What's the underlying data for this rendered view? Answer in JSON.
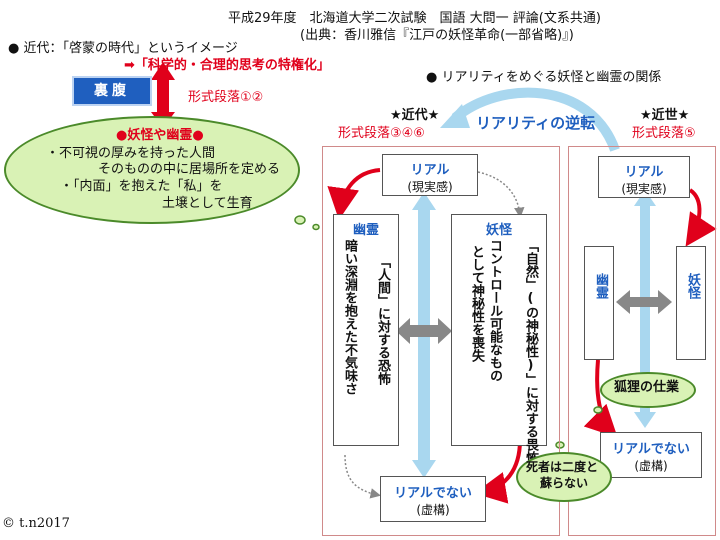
{
  "header": {
    "title": "平成29年度　北海道大学二次試験　国語 大問一 評論(文系共通)",
    "source": "(出典：香川雅信『江戸の妖怪革命(一部省略)』)"
  },
  "left": {
    "bullet_heading": "● 近代：「啓蒙の時代」というイメージ",
    "arrow_line": "➡「科学的・合理的思考の特権化」",
    "uraba_label": "裏腹",
    "section1": "形式段落①②",
    "cloud_title": "●妖怪や幽霊●",
    "cloud_lines": [
      "・不可視の厚みを持った人間",
      "そのものの中に居場所を定める",
      "・「内面」を抱えた「私」を",
      "土壌として生育"
    ]
  },
  "center": {
    "relation_heading": "● リアリティをめぐる妖怪と幽霊の関係",
    "reversal": "リアリティの逆転",
    "modern_label": "★近代★",
    "modern_sections": "形式段落③④⑥",
    "early_modern_label": "★近世★",
    "early_modern_sections": "形式段落⑤"
  },
  "modern_panel": {
    "real_title": "リアル",
    "real_sub": "(現実感)",
    "unreal_title": "リアルでない",
    "unreal_sub": "(虚構)",
    "yurei_title": "幽霊",
    "yurei_text_a": "暗い深淵を抱えた不気味さ",
    "yurei_text_b": "「人間」に対する恐怖",
    "yokai_title": "妖怪",
    "yokai_text_a": "「自然」(の神秘性)」に対する畏怖",
    "yokai_text_b": "コントロール可能なもの",
    "yokai_text_c": "として神秘性を喪失"
  },
  "early_panel": {
    "real_title": "リアル",
    "real_sub": "(現実感)",
    "yurei": "幽霊",
    "yokai": "妖怪",
    "fox_cloud": "狐狸の仕業",
    "dead_cloud_l1": "死者は二度と",
    "dead_cloud_l2": "蘇らない",
    "unreal_title": "リアルでない",
    "unreal_sub": "(虚構)"
  },
  "copyright": "© t.n2017",
  "colors": {
    "red": "#e0001b",
    "blue": "#1f5fbf",
    "light_blue": "#a9d7ef",
    "cloud_fill": "#d9f2b5",
    "cloud_border": "#4b8a2a",
    "gray": "#7f7f7f"
  }
}
